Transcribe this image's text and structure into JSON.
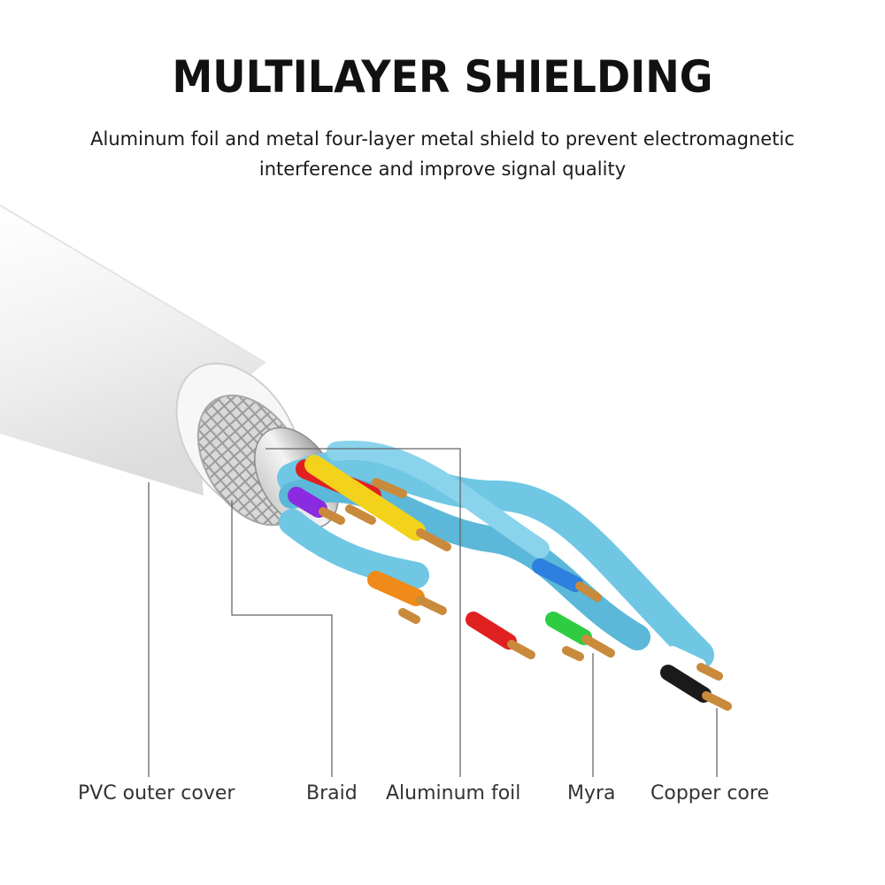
{
  "header": {
    "title": "MULTILAYER SHIELDING",
    "subtitle_line1": "Aluminum foil and metal four-layer metal shield to prevent electromagnetic",
    "subtitle_line2": "interference and improve signal quality"
  },
  "labels": {
    "pvc": "PVC outer cover",
    "braid": "Braid",
    "foil": "Aluminum foil",
    "myra": "Myra",
    "copper": "Copper core"
  },
  "colors": {
    "jacket": "#f2f2f2",
    "mylar": "#6fc7e4",
    "copper": "#c98a3c",
    "wire_red": "#e02020",
    "wire_yellow": "#f2d21a",
    "wire_purple": "#8a2be2",
    "wire_orange": "#f08a18",
    "wire_blue": "#2d7fe0",
    "wire_green": "#2ecc40",
    "wire_black": "#1a1a1a",
    "wire_white": "#ffffff"
  }
}
